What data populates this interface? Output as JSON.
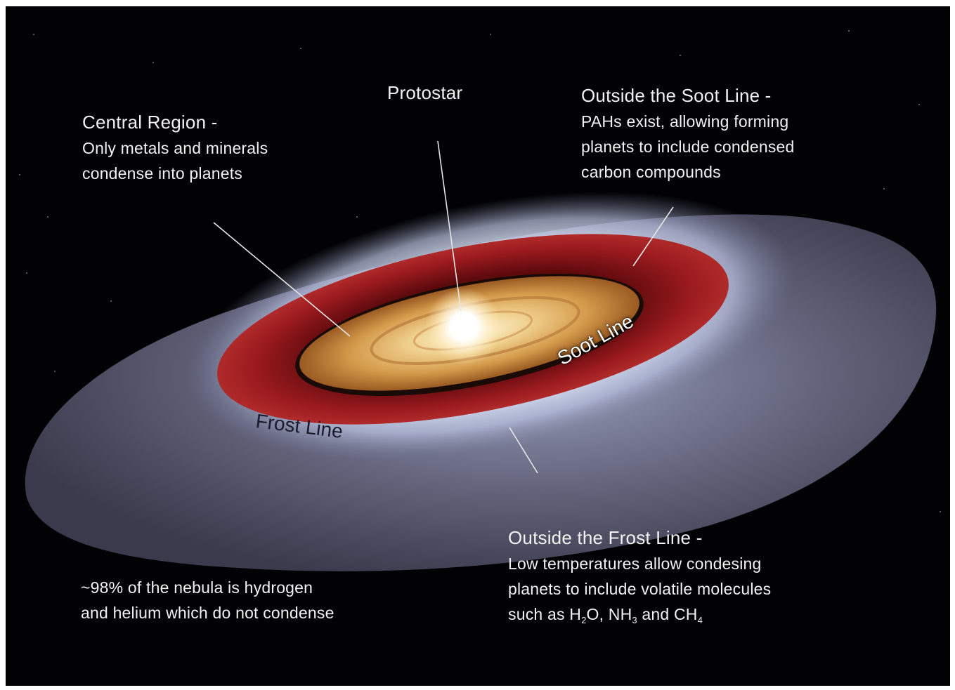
{
  "labels": {
    "protostar": "Protostar",
    "central_title": "Central Region -",
    "central_line1": "Only metals and minerals",
    "central_line2": "condense into planets",
    "soot_title": "Outside the Soot Line -",
    "soot_line1": "PAHs exist, allowing forming",
    "soot_line2": "planets to include condensed",
    "soot_line3": "carbon compounds",
    "frost_title": "Outside the Frost Line -",
    "frost_line1": "Low temperatures allow condesing",
    "frost_line2": "planets to include volatile molecules",
    "frost_line3_prefix": "such as H",
    "frost_line3_sub1": "2",
    "frost_line3_mid1": "O, NH",
    "frost_line3_sub2": "3",
    "frost_line3_mid2": " and CH",
    "frost_line3_sub3": "4",
    "nebula_line1": "~98% of the nebula is hydrogen",
    "nebula_line2": "and helium which do not condense",
    "soot_line_label": "Soot Line",
    "frost_line_label": "Frost Line"
  },
  "colors": {
    "background": "#020204",
    "outer_disk": "#5a5a72",
    "frost_glow": "#cfd6ee",
    "red_band": "#8a1216",
    "inner_disk": "#e8c27a",
    "star": "#ffffff",
    "text": "#f2f2f2"
  }
}
